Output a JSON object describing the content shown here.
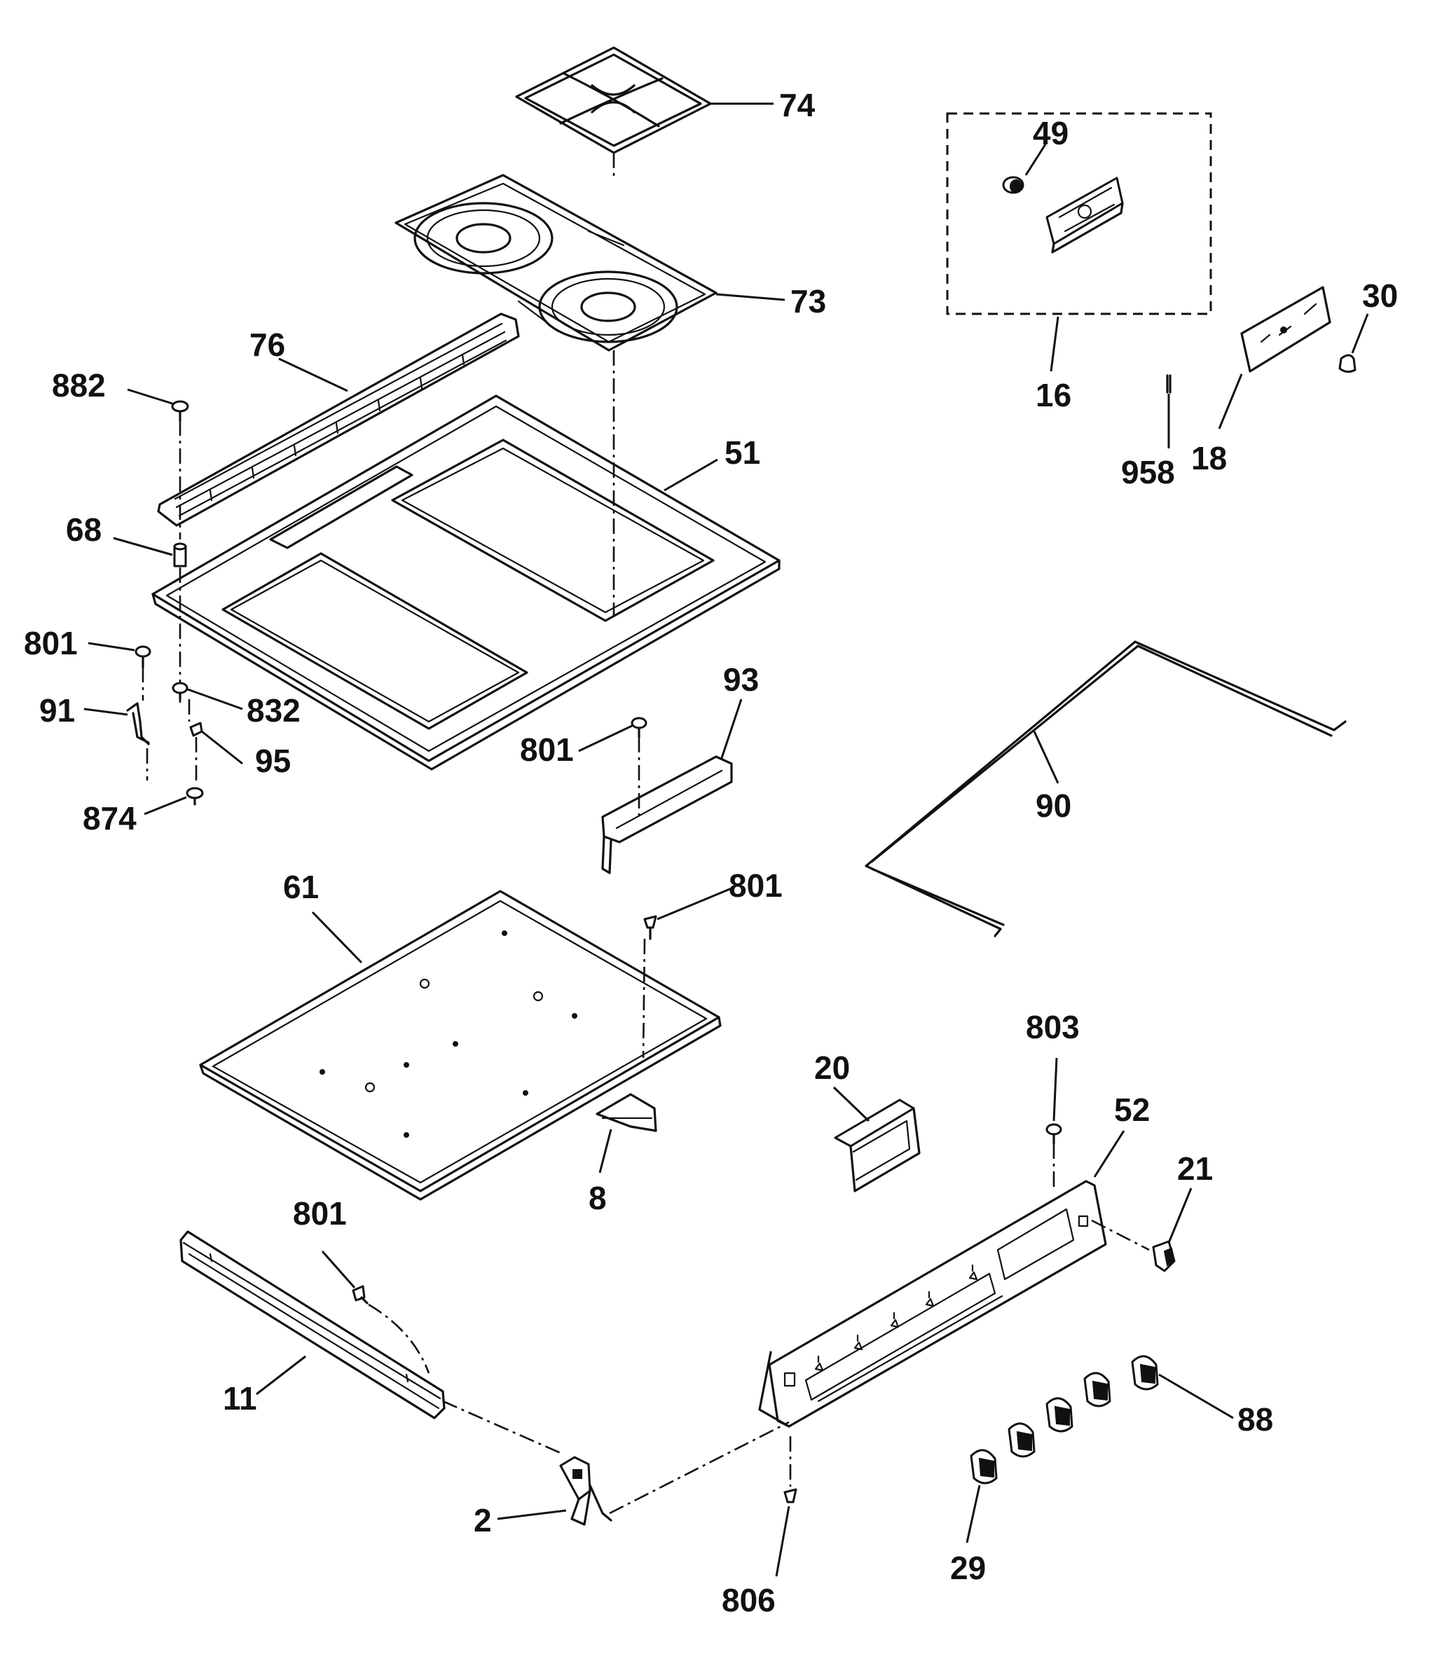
{
  "callouts": [
    {
      "id": "74",
      "text": "74"
    },
    {
      "id": "73",
      "text": "73"
    },
    {
      "id": "49",
      "text": "49"
    },
    {
      "id": "16",
      "text": "16"
    },
    {
      "id": "30",
      "text": "30"
    },
    {
      "id": "18",
      "text": "18"
    },
    {
      "id": "958",
      "text": "958"
    },
    {
      "id": "76",
      "text": "76"
    },
    {
      "id": "882",
      "text": "882"
    },
    {
      "id": "51",
      "text": "51"
    },
    {
      "id": "68",
      "text": "68"
    },
    {
      "id": "801a",
      "text": "801"
    },
    {
      "id": "832",
      "text": "832"
    },
    {
      "id": "91",
      "text": "91"
    },
    {
      "id": "95",
      "text": "95"
    },
    {
      "id": "874",
      "text": "874"
    },
    {
      "id": "93",
      "text": "93"
    },
    {
      "id": "801b",
      "text": "801"
    },
    {
      "id": "90",
      "text": "90"
    },
    {
      "id": "61",
      "text": "61"
    },
    {
      "id": "801c",
      "text": "801"
    },
    {
      "id": "20",
      "text": "20"
    },
    {
      "id": "803",
      "text": "803"
    },
    {
      "id": "52",
      "text": "52"
    },
    {
      "id": "21",
      "text": "21"
    },
    {
      "id": "8",
      "text": "8"
    },
    {
      "id": "801d",
      "text": "801"
    },
    {
      "id": "11",
      "text": "11"
    },
    {
      "id": "88",
      "text": "88"
    },
    {
      "id": "2",
      "text": "2"
    },
    {
      "id": "806",
      "text": "806"
    },
    {
      "id": "29",
      "text": "29"
    }
  ]
}
